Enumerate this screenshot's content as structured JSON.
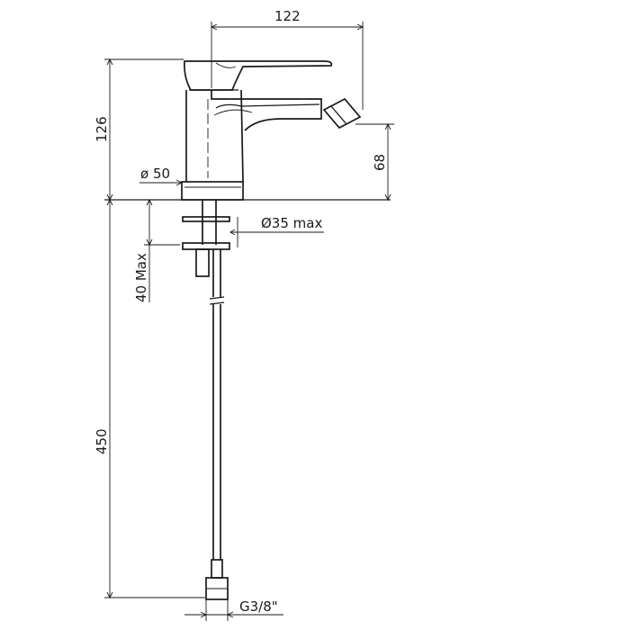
{
  "dimensions": {
    "width_total": "122",
    "height_spout": "126",
    "body_diameter": "ø 50",
    "spray_height": "68",
    "hole_diameter": "Ø35 max",
    "deck_thickness": "40 Max",
    "hose_length": "450",
    "thread": "G3/8\""
  }
}
